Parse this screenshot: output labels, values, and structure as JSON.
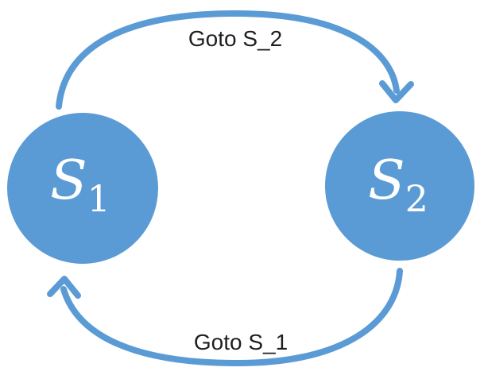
{
  "diagram": {
    "type": "state-transition-diagram",
    "background_color": "#FFFFFF",
    "colors": {
      "node_fill": "#5B9BD5",
      "arrow_stroke": "#5B9BD5",
      "node_label_text": "#FFFFFF",
      "transition_label_text": "#1F1F1F"
    },
    "states": [
      {
        "id": "S_1",
        "symbol": "S",
        "subscript": "1"
      },
      {
        "id": "S_2",
        "symbol": "S",
        "subscript": "2"
      }
    ],
    "transitions": [
      {
        "from": "S_1",
        "to": "S_2",
        "label": "Goto S_2",
        "position": "top"
      },
      {
        "from": "S_2",
        "to": "S_1",
        "label": "Goto S_1",
        "position": "bottom"
      }
    ]
  }
}
